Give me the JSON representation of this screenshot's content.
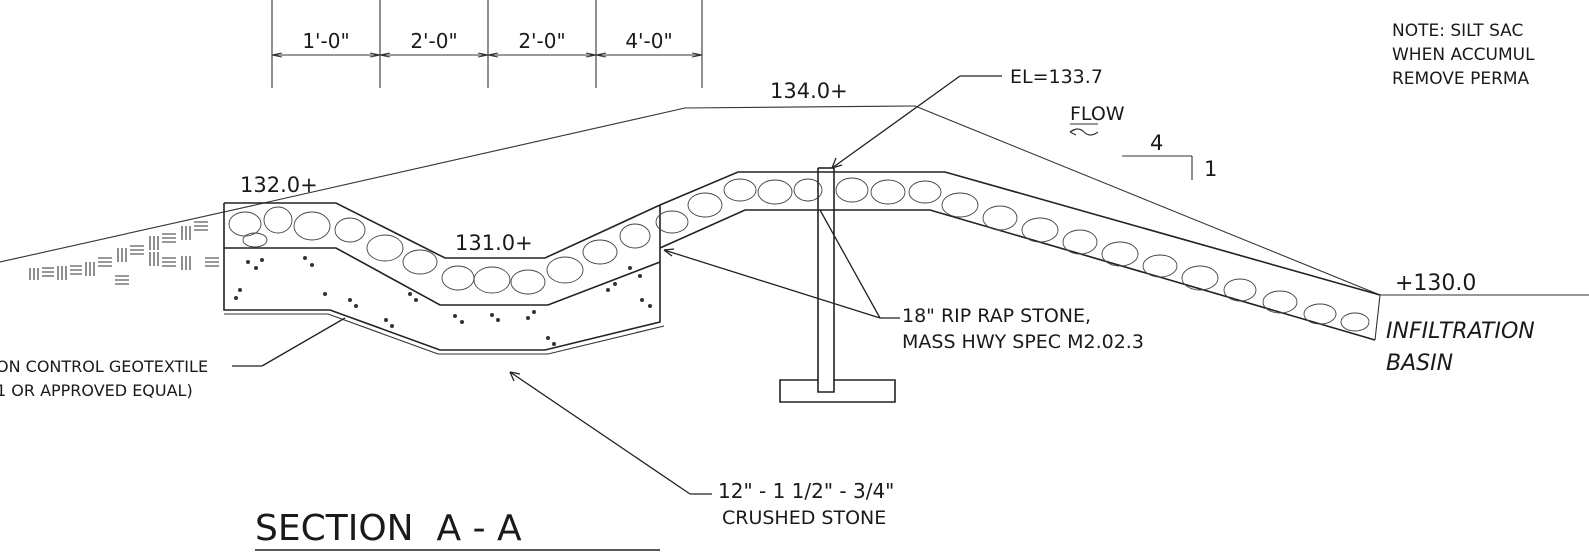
{
  "dimensions": [
    "1'-0\"",
    "2'-0\"",
    "2'-0\"",
    "4'-0\""
  ],
  "note_lines": [
    "NOTE: SILT SAC",
    "WHEN ACCUMUL",
    "REMOVE PERMA"
  ],
  "elevations": {
    "crest": "134.0+",
    "left_bank": "132.0+",
    "trough": "131.0+",
    "basin": "+130.0"
  },
  "weir_elevation": "EL=133.7",
  "flow_label": "FLOW",
  "slope": {
    "horizontal": "4",
    "vertical": "1"
  },
  "riprap_callout": [
    "18\" RIP RAP STONE,",
    "MASS HWY SPEC M2.02.3"
  ],
  "crushed_stone_callout": [
    "12\" - 1 1/2\" - 3/4\"",
    "CRUSHED STONE"
  ],
  "geotextile_callout": [
    "ON CONTROL GEOTEXTILE",
    "1 OR APPROVED EQUAL)"
  ],
  "basin_label": [
    "INFILTRATION",
    "BASIN"
  ],
  "section_title": "SECTION  A - A"
}
